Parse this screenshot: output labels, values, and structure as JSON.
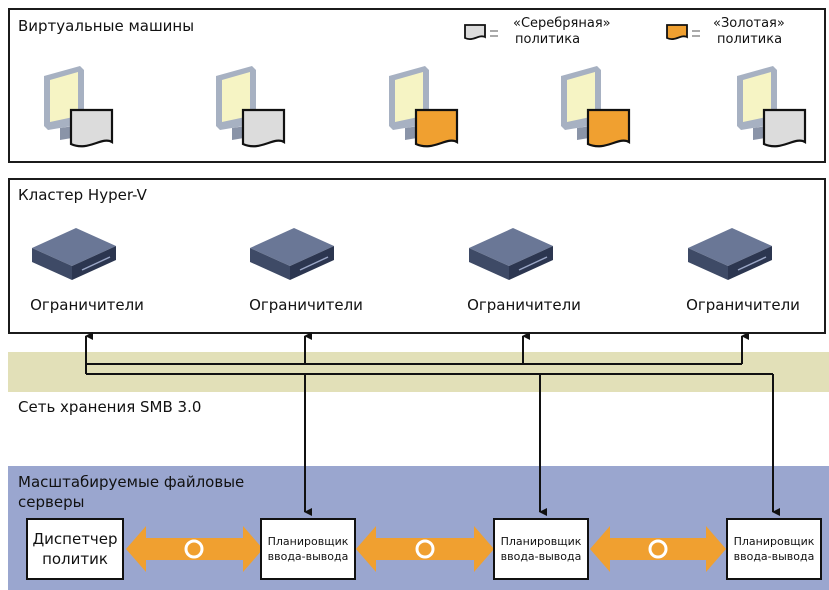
{
  "vm_panel": {
    "title": "Виртуальные машины",
    "legend": [
      {
        "label_line1": "«Серебряная»",
        "label_line2": "политика",
        "color": "#dcdcdc"
      },
      {
        "label_line1": "«Золотая»",
        "label_line2": "политика",
        "color": "#f0a030"
      }
    ],
    "vms": [
      {
        "icon": "monitor-icon",
        "policy": "silver"
      },
      {
        "icon": "monitor-icon",
        "policy": "silver"
      },
      {
        "icon": "monitor-icon",
        "policy": "gold"
      },
      {
        "icon": "monitor-icon",
        "policy": "gold"
      },
      {
        "icon": "monitor-icon",
        "policy": "silver"
      }
    ]
  },
  "hyperv_panel": {
    "title": "Кластер Hyper-V",
    "limiters": [
      "Ограничители",
      "Ограничители",
      "Ограничители",
      "Ограничители"
    ]
  },
  "network": {
    "label": "Сеть хранения SMB 3.0",
    "band_color": "#e2e0b8"
  },
  "file_servers": {
    "title_line1": "Масштабируемые файловые",
    "title_line2": "серверы",
    "band_color": "#9aa6cf",
    "policy_manager": {
      "line1": "Диспетчер",
      "line2": "политик"
    },
    "schedulers": [
      {
        "line1": "Планировщик",
        "line2": "ввода-вывода"
      },
      {
        "line1": "Планировщик",
        "line2": "ввода-вывода"
      },
      {
        "line1": "Планировщик",
        "line2": "ввода-вывода"
      }
    ],
    "arrow_color": "#f0a030"
  },
  "colors": {
    "silver": "#dcdcdc",
    "gold": "#f0a030",
    "screen": "#f6f4c4",
    "monitor_body": "#a7b1c2",
    "server_top": "#6a7796",
    "server_side": "#3e4a66"
  }
}
